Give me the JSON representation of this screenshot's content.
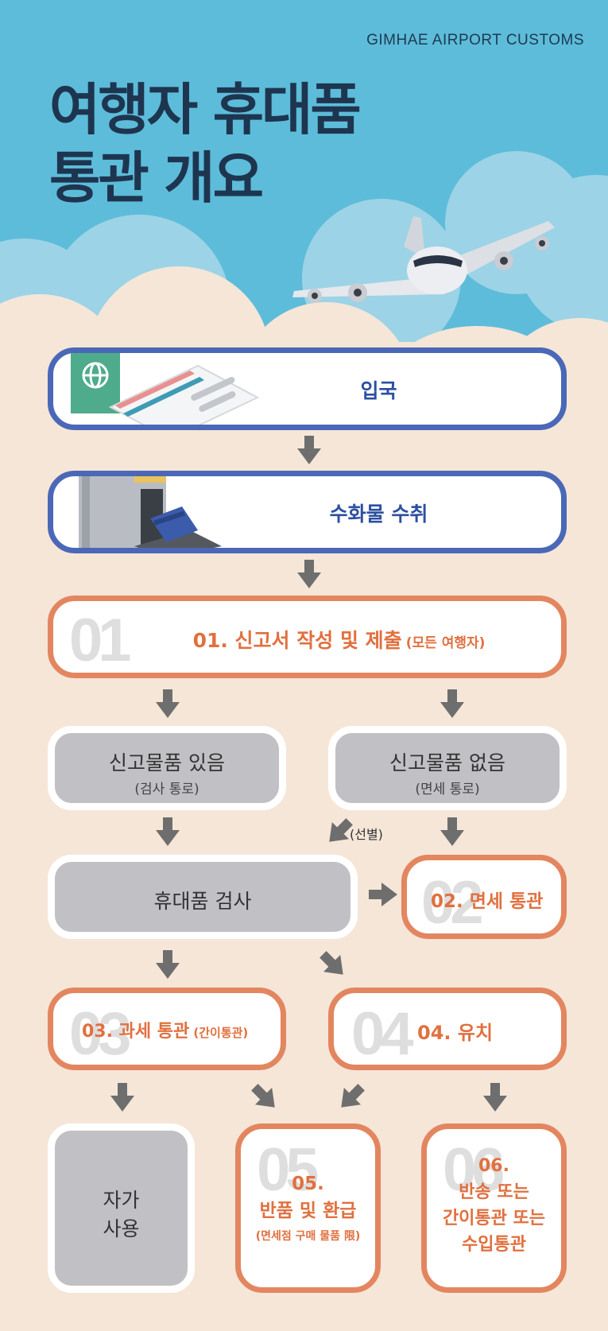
{
  "header": {
    "brand": "GIMHAE AIRPORT CUSTOMS",
    "title_line1": "여행자 휴대품",
    "title_line2": "통관 개요"
  },
  "steps": {
    "entry": "입국",
    "baggage": "수화물 수취",
    "s01_num": "01",
    "s01_label": "01. 신고서 작성 및 제출",
    "s01_note": "(모든 여행자)",
    "declare_yes": "신고물품 있음",
    "declare_yes_sub": "(검사 통로)",
    "declare_no": "신고물품 없음",
    "declare_no_sub": "(면세 통로)",
    "selection_note": "(선별)",
    "inspection": "휴대품 검사",
    "s02_num": "02",
    "s02_label": "02. 면세 통관",
    "s03_num": "03",
    "s03_label": "03. 과세 통관",
    "s03_note": "(간이통관)",
    "s04_num": "04",
    "s04_label": "04. 유치",
    "self_use_1": "자가",
    "self_use_2": "사용",
    "s05_num": "05",
    "s05_l1": "05.",
    "s05_l2": "반품 및 환급",
    "s05_note": "(면세점 구매 물품 限)",
    "s06_num": "06",
    "s06_l1": "06.",
    "s06_l2": "반송 또는",
    "s06_l3": "간이통관 또는",
    "s06_l4": "수입통관"
  },
  "colors": {
    "sky": "#5dbcd9",
    "background": "#f5e6d8",
    "title": "#1e3550",
    "blue_border": "#4a68b7",
    "orange_border": "#e38660",
    "orange_text": "#e1703f",
    "gray_box": "#c0c0c5",
    "arrow": "#6e6e6e"
  }
}
